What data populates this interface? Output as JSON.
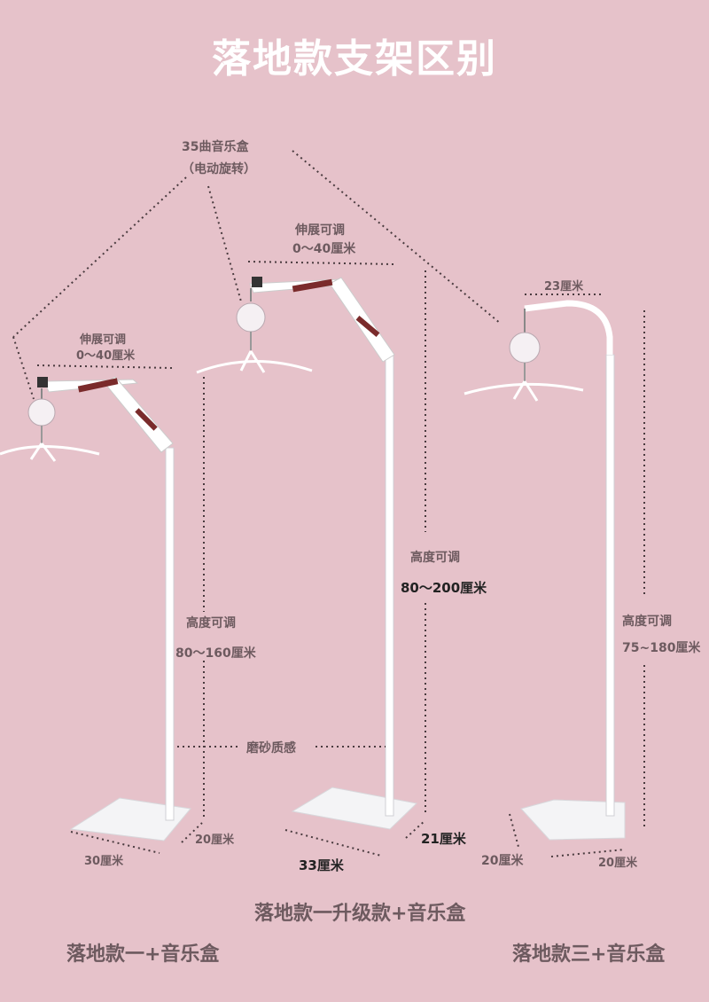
{
  "title": "落地款支架区别",
  "music_box": {
    "line1": "35曲音乐盒",
    "line2": "（电动旋转）"
  },
  "stand1": {
    "extend_label": "伸展可调",
    "extend_range": "0～40厘米",
    "height_label": "高度可调",
    "height_range": "80～160厘米",
    "base_depth": "20厘米",
    "base_width": "30厘米",
    "name": "落地款一+音乐盒"
  },
  "stand2": {
    "extend_label": "伸展可调",
    "extend_range": "0～40厘米",
    "height_label": "高度可调",
    "height_range": "80～200厘米",
    "base_depth": "21厘米",
    "base_width": "33厘米",
    "name": "落地款一升级款+音乐盒"
  },
  "stand3": {
    "arm_label": "23厘米",
    "height_label": "高度可调",
    "height_range": "75~180厘米",
    "base_depth": "20厘米",
    "base_width": "20厘米",
    "name": "落地款三+音乐盒"
  },
  "frosted_label": "磨砂质感",
  "colors": {
    "background": "#e6c2ca",
    "title": "#ffffff",
    "label": "#6d5a5f",
    "pole": "#ffffff"
  }
}
